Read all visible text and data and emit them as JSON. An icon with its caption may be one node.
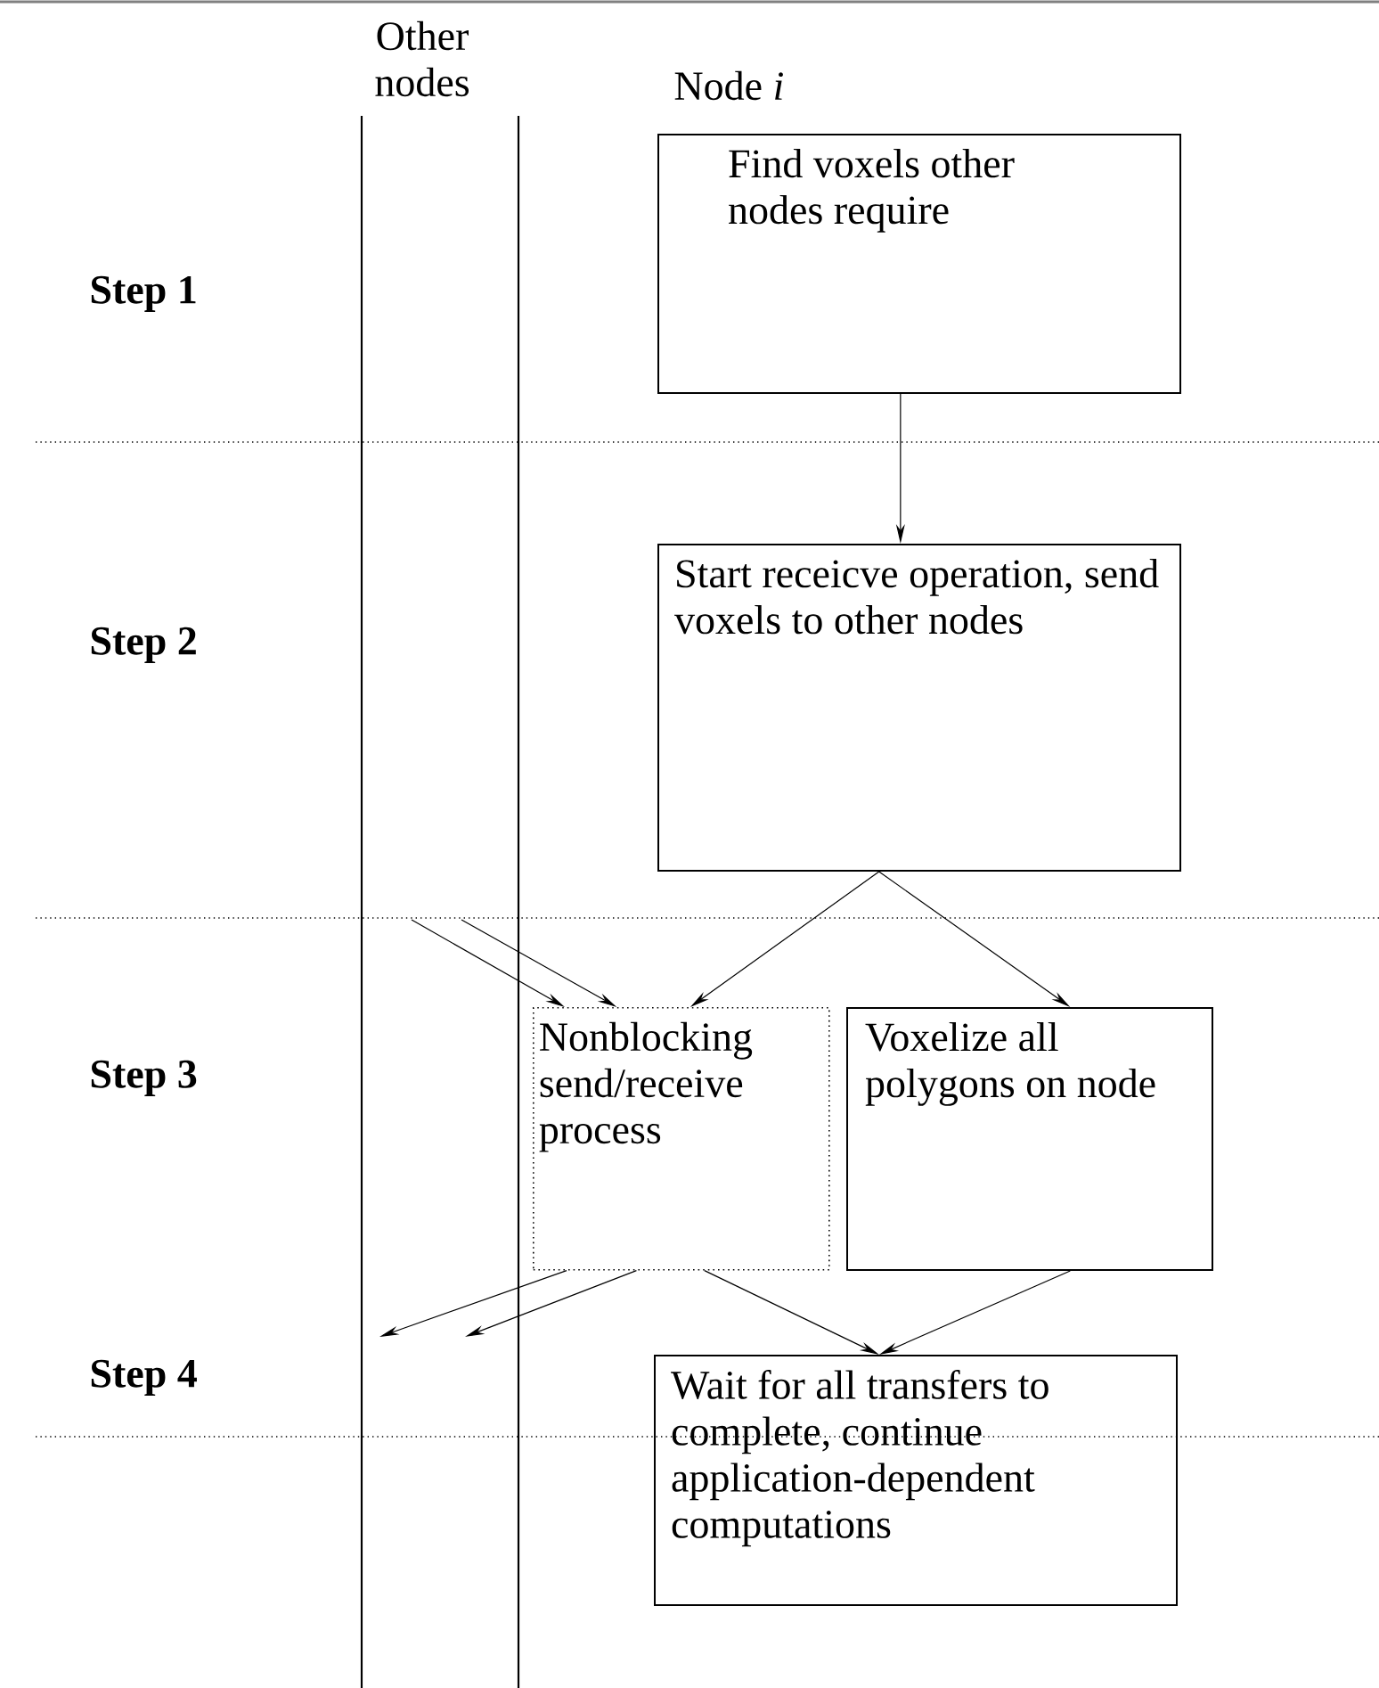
{
  "diagram": {
    "nodes": [
      {
        "text": [
          "Find voxels other nodes require"
        ]
      },
      {
        "text": [
          "Start receicve operation, send voxels to other nodes"
        ]
      },
      {
        "text": [
          "Nonblocking send/receive process"
        ]
      },
      {
        "text": [
          "Voxelize all polygons on node"
        ]
      },
      {
        "text": [
          "Wait for all transfers to complete, continue application-dependent computations"
        ]
      }
    ],
    "edges": [
      {
        "from": 0,
        "to": 1,
        "arrow": "to"
      },
      {
        "from": 1,
        "to": 2,
        "arrow": "to"
      },
      {
        "from": 1,
        "to": 3,
        "arrow": "to"
      },
      {
        "from": null,
        "to": 2,
        "arrow": "to"
      },
      {
        "from": null,
        "to": 2,
        "arrow": "to"
      },
      {
        "from": 2,
        "to": null,
        "arrow": "to"
      },
      {
        "from": 2,
        "to": null,
        "arrow": "to"
      },
      {
        "from": 2,
        "to": 4,
        "arrow": "to"
      },
      {
        "from": 3,
        "to": 4,
        "arrow": "to"
      }
    ],
    "labels": [
      "Other nodes",
      "Node *i*",
      "Step 1",
      "Step 2",
      "Step 3",
      "Step 4"
    ]
  }
}
